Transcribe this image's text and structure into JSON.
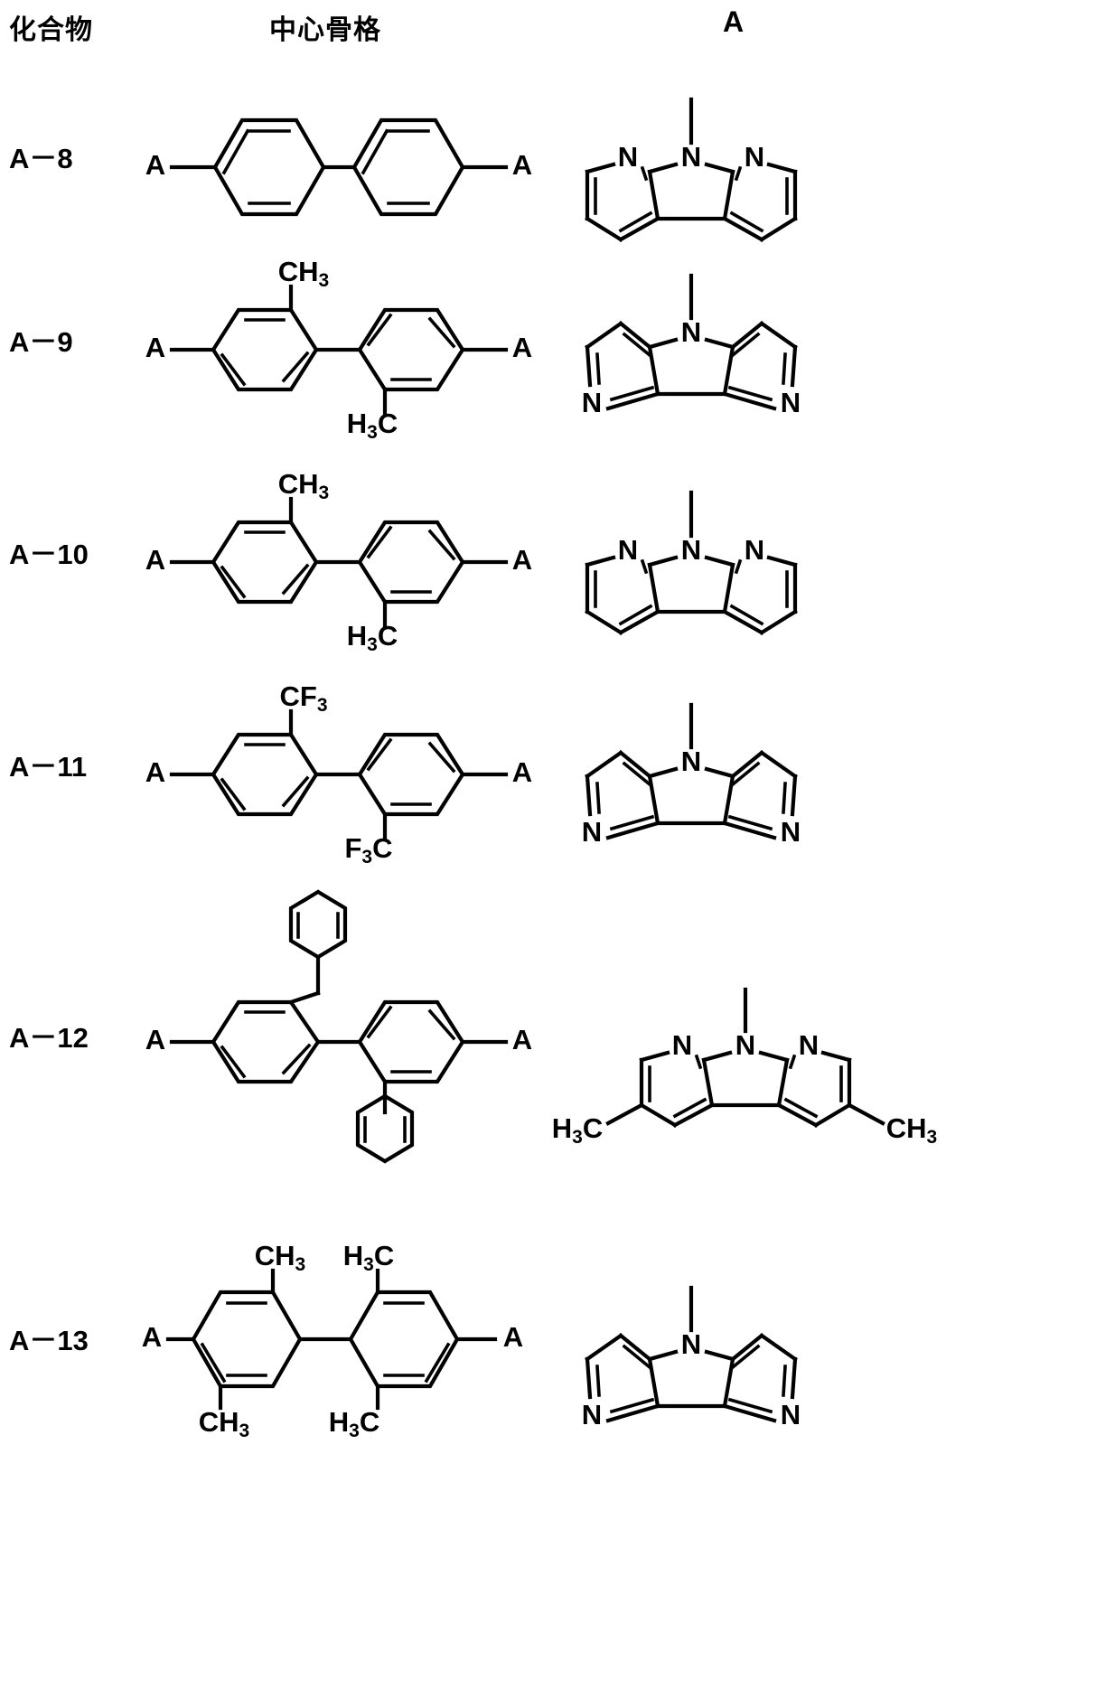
{
  "document": {
    "type": "patent-chemical-structure-table",
    "language": "ja",
    "background_color": "#ffffff",
    "line_color": "#000000"
  },
  "header": {
    "compound_column": "化合物",
    "core_column": "中心骨格",
    "a_column": "A"
  },
  "labels": {
    "A": "A",
    "N": "N",
    "CH3": "CH",
    "CH3_sub": "3",
    "H3C_h": "H",
    "H3C_sub": "3",
    "H3C_c": "C",
    "CF3_c": "CF",
    "CF3_sub": "3",
    "F3C_f": "F",
    "F3C_sub": "3",
    "F3C_c": "C"
  },
  "rows": [
    {
      "compound": "A－8",
      "core": {
        "name": "biphenyl",
        "description": "4,4'-disubstituted biphenyl",
        "substituents": [],
        "attachment_labels": [
          "A",
          "A"
        ]
      },
      "a_group": {
        "name": "dipyrido-pyrrole",
        "description": "N-methyl dipyrido[2,3-b:3',2'-d]pyrrole",
        "bridge_nitrogen": "N",
        "ring_nitrogens": [
          "N",
          "N"
        ],
        "nitrogen_positions": "upper-outer",
        "methyl_substituents": []
      }
    },
    {
      "compound": "A－9",
      "core": {
        "name": "2,2'-dimethylbiphenyl",
        "description": "2,2'-dimethyl-4,4'-disubstituted biphenyl",
        "substituents": [
          "CH3",
          "H3C"
        ],
        "attachment_labels": [
          "A",
          "A"
        ]
      },
      "a_group": {
        "name": "dipyrido-pyrrole",
        "description": "N-methyl dipyrido[3,4-b:4',3'-d]pyrrole",
        "bridge_nitrogen": "N",
        "ring_nitrogens": [
          "N",
          "N"
        ],
        "nitrogen_positions": "lower-outer",
        "methyl_substituents": []
      }
    },
    {
      "compound": "A－10",
      "core": {
        "name": "2,2'-dimethylbiphenyl",
        "description": "2,2'-dimethyl-4,4'-disubstituted biphenyl",
        "substituents": [
          "CH3",
          "H3C"
        ],
        "attachment_labels": [
          "A",
          "A"
        ]
      },
      "a_group": {
        "name": "dipyrido-pyrrole",
        "description": "N-methyl dipyrido[2,3-b:3',2'-d]pyrrole",
        "bridge_nitrogen": "N",
        "ring_nitrogens": [
          "N",
          "N"
        ],
        "nitrogen_positions": "upper-outer",
        "methyl_substituents": []
      }
    },
    {
      "compound": "A－11",
      "core": {
        "name": "2,2'-bis(trifluoromethyl)biphenyl",
        "description": "2,2'-bis(trifluoromethyl)-4,4'-disubstituted biphenyl",
        "substituents": [
          "CF3",
          "F3C"
        ],
        "attachment_labels": [
          "A",
          "A"
        ]
      },
      "a_group": {
        "name": "dipyrido-pyrrole",
        "description": "N-methyl dipyrido[3,4-b:4',3'-d]pyrrole",
        "bridge_nitrogen": "N",
        "ring_nitrogens": [
          "N",
          "N"
        ],
        "nitrogen_positions": "lower-outer",
        "methyl_substituents": []
      }
    },
    {
      "compound": "A－12",
      "core": {
        "name": "2,2'-diphenylbiphenyl",
        "description": "2,2'-diphenyl-4,4'-disubstituted biphenyl",
        "substituents": [
          "phenyl",
          "phenyl"
        ],
        "attachment_labels": [
          "A",
          "A"
        ]
      },
      "a_group": {
        "name": "dimethyl-dipyrido-pyrrole",
        "description": "N-methyl dimethyl-dipyrido[3,4-b:4',3'-d]pyrrole",
        "bridge_nitrogen": "N",
        "ring_nitrogens": [
          "N",
          "N"
        ],
        "nitrogen_positions": "upper-outer",
        "methyl_substituents": [
          "H3C",
          "CH3"
        ]
      }
    },
    {
      "compound": "A－13",
      "core": {
        "name": "2,2',6,6'-tetramethylbiphenyl",
        "description": "2,2',6,6'-tetramethyl-4,4'-disubstituted biphenyl",
        "substituents": [
          "CH3",
          "H3C",
          "CH3",
          "H3C"
        ],
        "attachment_labels": [
          "A",
          "A"
        ]
      },
      "a_group": {
        "name": "dipyrido-pyrrole",
        "description": "N-methyl dipyrido[3,4-b:4',3'-d]pyrrole",
        "bridge_nitrogen": "N",
        "ring_nitrogens": [
          "N",
          "N"
        ],
        "nitrogen_positions": "lower-outer",
        "methyl_substituents": []
      }
    }
  ]
}
